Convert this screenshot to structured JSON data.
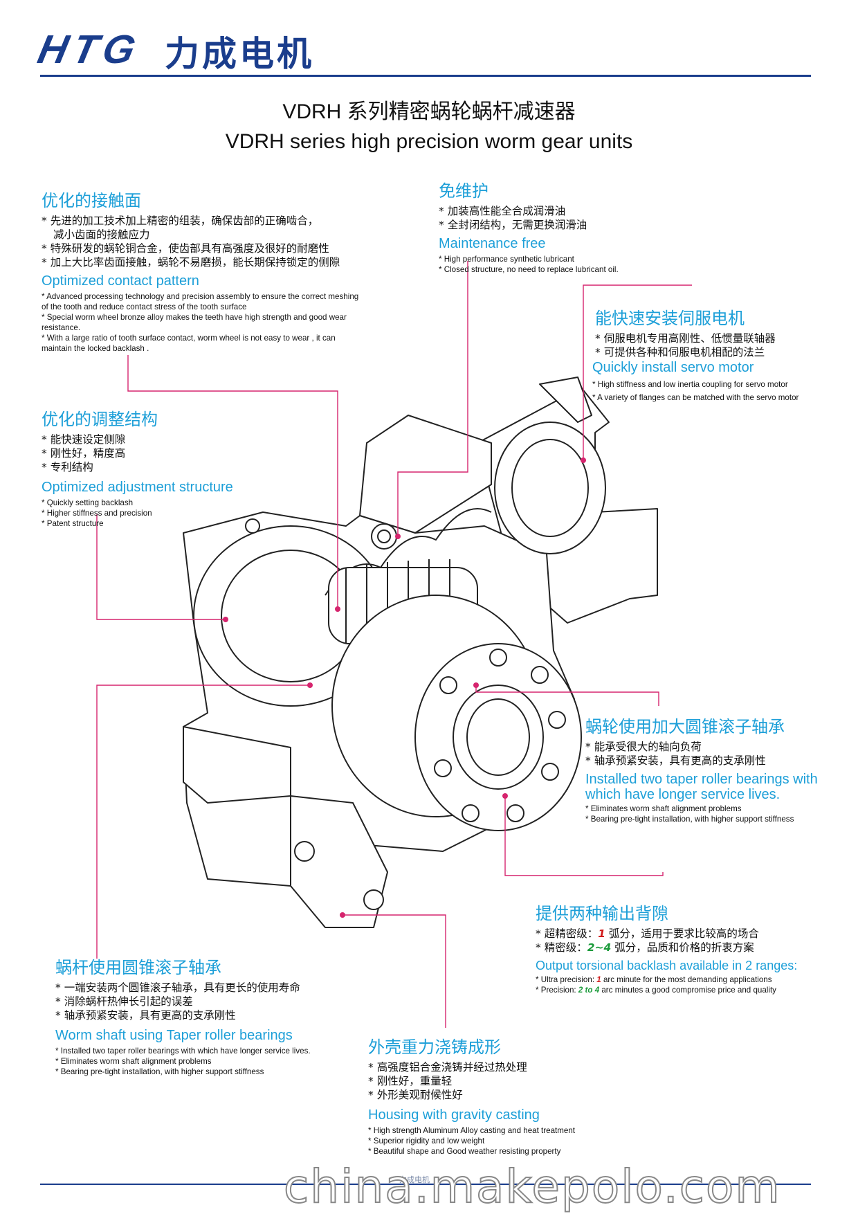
{
  "header": {
    "logo_text": "HTG",
    "logo_cn": "力成电机",
    "title_cn": "VDRH  系列精密蜗轮蜗杆减速器",
    "title_en": "VDRH series high precision worm gear units"
  },
  "contact": {
    "title_cn": "优化的接触面",
    "cn": [
      "先进的加工技术加上精密的组装，确保齿部的正确啮合，",
      "特殊研发的蜗轮铜合金，使齿部具有高强度及很好的耐磨性",
      "加上大比率齿面接触，蜗轮不易磨损，能长期保持锁定的侧隙"
    ],
    "cn_cont": "减小齿面的接触应力",
    "title_en": "Optimized contact pattern",
    "en": [
      "Advanced processing technology and precision assembly to ensure the correct meshing of the tooth and reduce   contact stress of the tooth surface",
      "Special worm wheel bronze alloy makes the teeth have high strength and good wear resistance.",
      "With a large ratio of tooth surface contact, worm wheel is not easy to wear , it can maintain the locked backlash ."
    ]
  },
  "maint": {
    "title_cn": "免维护",
    "cn": [
      "加装高性能全合成润滑油",
      "全封闭结构，无需更换润滑油"
    ],
    "title_en": "Maintenance free",
    "en": [
      "High performance synthetic lubricant",
      "Closed structure, no need to replace lubricant oil."
    ]
  },
  "servo": {
    "title_cn": "能快速安装伺服电机",
    "cn": [
      "伺服电机专用高刚性、低惯量联轴器",
      "可提供各种和伺服电机相配的法兰"
    ],
    "title_en": "Quickly install servo motor",
    "en": [
      "High stiffness and low inertia coupling for servo motor",
      "A variety of flanges can be matched with the servo motor"
    ]
  },
  "adjust": {
    "title_cn": "优化的调整结构",
    "cn": [
      "能快速设定侧隙",
      "刚性好，精度高",
      "专利结构"
    ],
    "title_en": "Optimized adjustment structure",
    "en": [
      "Quickly setting backlash",
      "Higher stiffness and precision",
      "Patent structure"
    ]
  },
  "wheel": {
    "title_cn": "蜗轮使用加大圆锥滚子轴承",
    "cn": [
      "能承受很大的轴向负荷",
      "轴承预紧安装，具有更高的支承刚性"
    ],
    "title_en": "Installed two taper roller bearings with which have longer service lives.",
    "en": [
      "Eliminates worm shaft alignment problems",
      "Bearing pre-tight installation, with higher support stiffness"
    ]
  },
  "backlash": {
    "title_cn": "提供两种输出背隙",
    "cn1_a": "超精密级：",
    "cn1_v": "1",
    "cn1_b": " 弧分，适用于要求比较高的场合",
    "cn2_a": "精密级：",
    "cn2_v": "2~4",
    "cn2_b": " 弧分，品质和价格的折衷方案",
    "title_en": "Output torsional backlash available in 2 ranges:",
    "en1_a": "Ultra precision: ",
    "en1_v": "1",
    "en1_b": " arc minute for the most demanding applications",
    "en2_a": "Precision: ",
    "en2_v": "2 to 4",
    "en2_b": " arc minutes a good compromise price and quality"
  },
  "worm": {
    "title_cn": "蜗杆使用圆锥滚子轴承",
    "cn": [
      "一端安装两个圆锥滚子轴承，具有更长的使用寿命",
      "消除蜗杆热伸长引起的误差",
      "轴承预紧安装，具有更高的支承刚性"
    ],
    "title_en": "Worm shaft using Taper roller bearings",
    "en": [
      "Installed two taper roller bearings with which have longer service lives.",
      "Eliminates worm shaft alignment problems",
      "Bearing pre-tight installation, with higher support stiffness"
    ]
  },
  "housing": {
    "title_cn": "外壳重力浇铸成形",
    "cn": [
      "高强度铝合金浇铸并经过热处理",
      "刚性好，重量轻",
      "外形美观耐候性好"
    ],
    "title_en": "Housing with gravity casting",
    "en": [
      "High strength Aluminum Alloy casting and heat treatment",
      "Superior rigidity and low weight",
      "Beautiful shape and Good weather resisting property"
    ]
  },
  "footer": {
    "logo": "力成电机",
    "watermark": "china.makepolo.com"
  },
  "colors": {
    "brand": "#1a3d8c",
    "accent": "#1d9fd8",
    "leader": "#d6256e"
  }
}
